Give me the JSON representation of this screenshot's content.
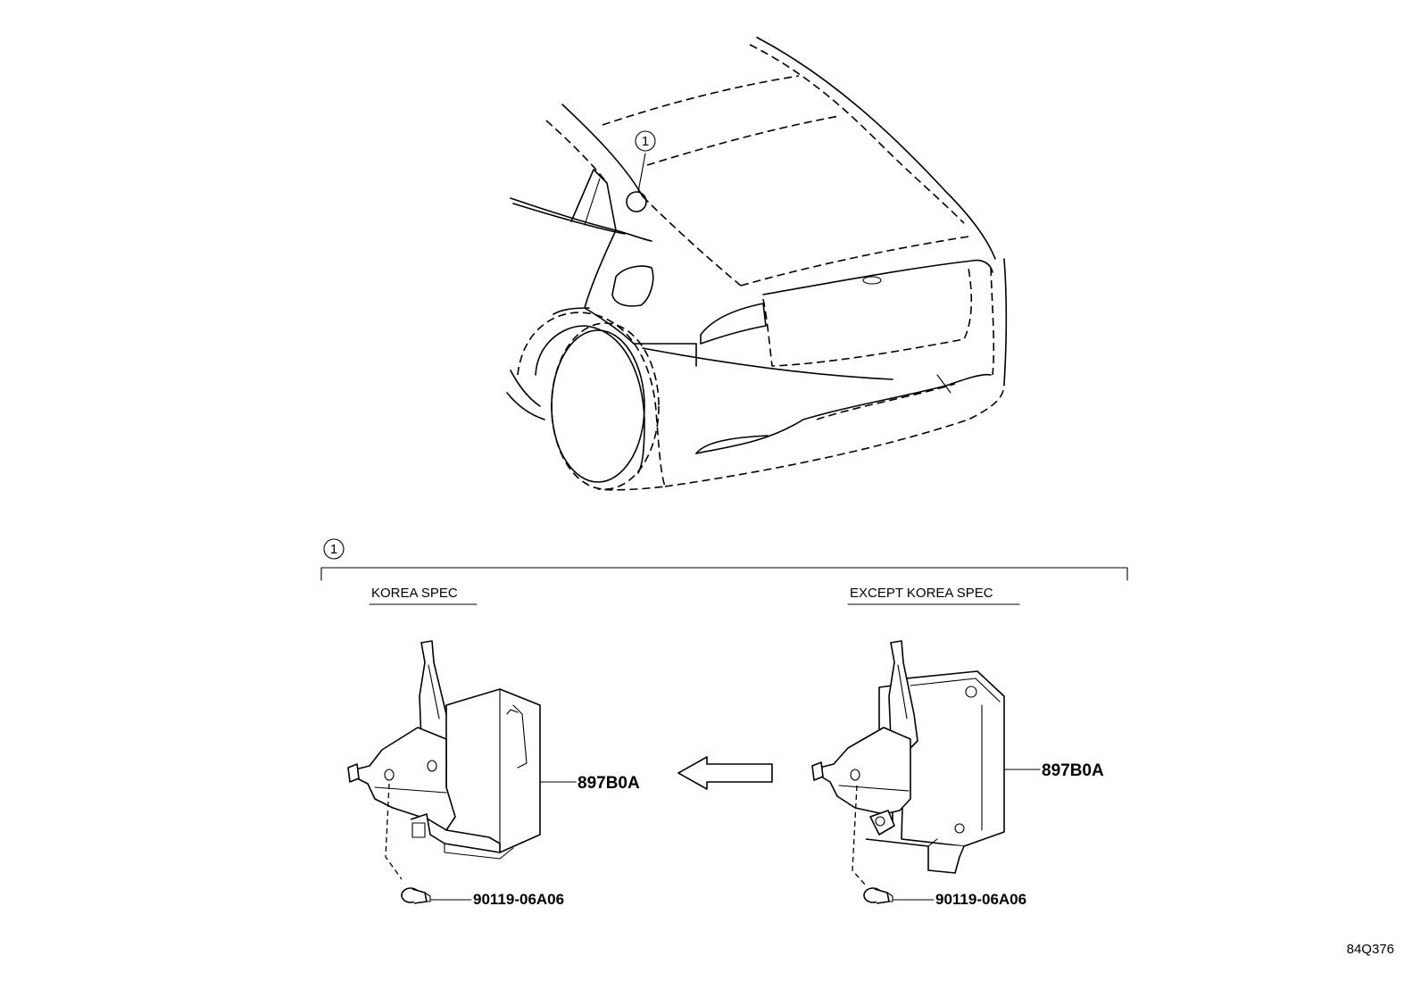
{
  "callout": {
    "number": "1"
  },
  "section": {
    "number": "1",
    "left_label": "KOREA SPEC",
    "right_label": "EXCEPT KOREA SPEC"
  },
  "parts": {
    "left_module": "897B0A",
    "left_bolt": "90119-06A06",
    "right_module": "897B0A",
    "right_bolt": "90119-06A06"
  },
  "illustration_code": "84Q376"
}
